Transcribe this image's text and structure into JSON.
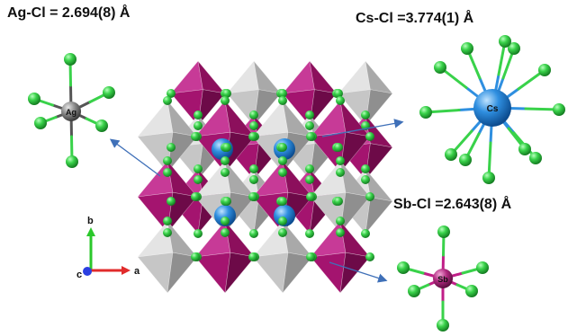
{
  "labels": {
    "ag_cl": "Ag-Cl = 2.694(8) Å",
    "cs_cl": "Cs-Cl =3.774(1) Å",
    "sb_cl": "Sb-Cl =2.643(8) Å"
  },
  "atoms": {
    "ag": "Ag",
    "cs": "Cs",
    "sb": "Sb"
  },
  "axes": {
    "a": "a",
    "b": "b",
    "c": "c"
  },
  "colors": {
    "chlorine": "#39d24a",
    "silver": "#8a8a8a",
    "cesium": "#2f8fe0",
    "antimony": "#b0287f",
    "ag_octahedron": "#c9c9c9",
    "sb_octahedron": "#a4146f",
    "arrow": "#3f70b8",
    "axis_a": "#e12b2b",
    "axis_b": "#2bc82b",
    "axis_c": "#2b3fe1"
  }
}
